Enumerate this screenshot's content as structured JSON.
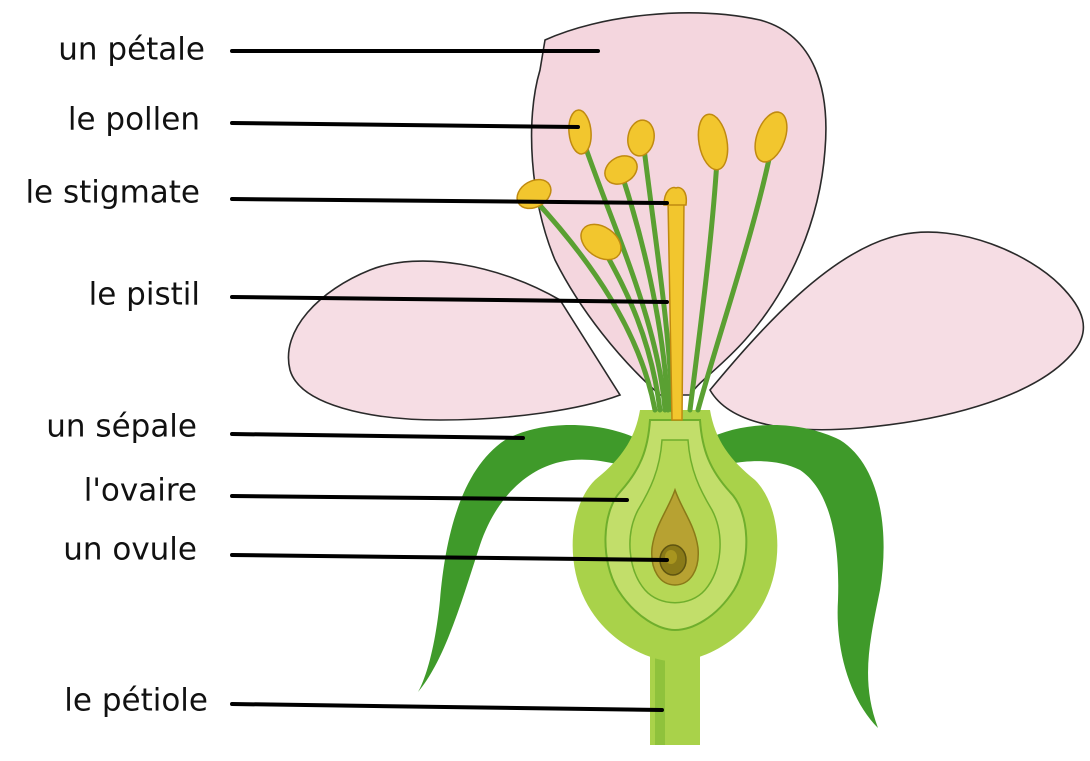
{
  "diagram": {
    "labels": [
      {
        "key": "petal",
        "text": "un pétale"
      },
      {
        "key": "pollen",
        "text": "le pollen"
      },
      {
        "key": "stigma",
        "text": "le stigmate"
      },
      {
        "key": "pistil",
        "text": "le pistil"
      },
      {
        "key": "sepal",
        "text": "un sépale"
      },
      {
        "key": "ovary",
        "text": "l'ovaire"
      },
      {
        "key": "ovule",
        "text": "un ovule"
      },
      {
        "key": "stem",
        "text": "le pétiole"
      }
    ]
  },
  "colors": {
    "petal": "#f6dde4",
    "petal_outline": "#2a2a2a",
    "sepal": "#3f9a2a",
    "receptacle": "#a9d24a",
    "receptacle_dark": "#6fae2c",
    "filament": "#5aa032",
    "anther": "#f2c62e",
    "anther_outline": "#c08a10",
    "ovule_core": "#8a7a18",
    "leader_line": "#000000"
  }
}
